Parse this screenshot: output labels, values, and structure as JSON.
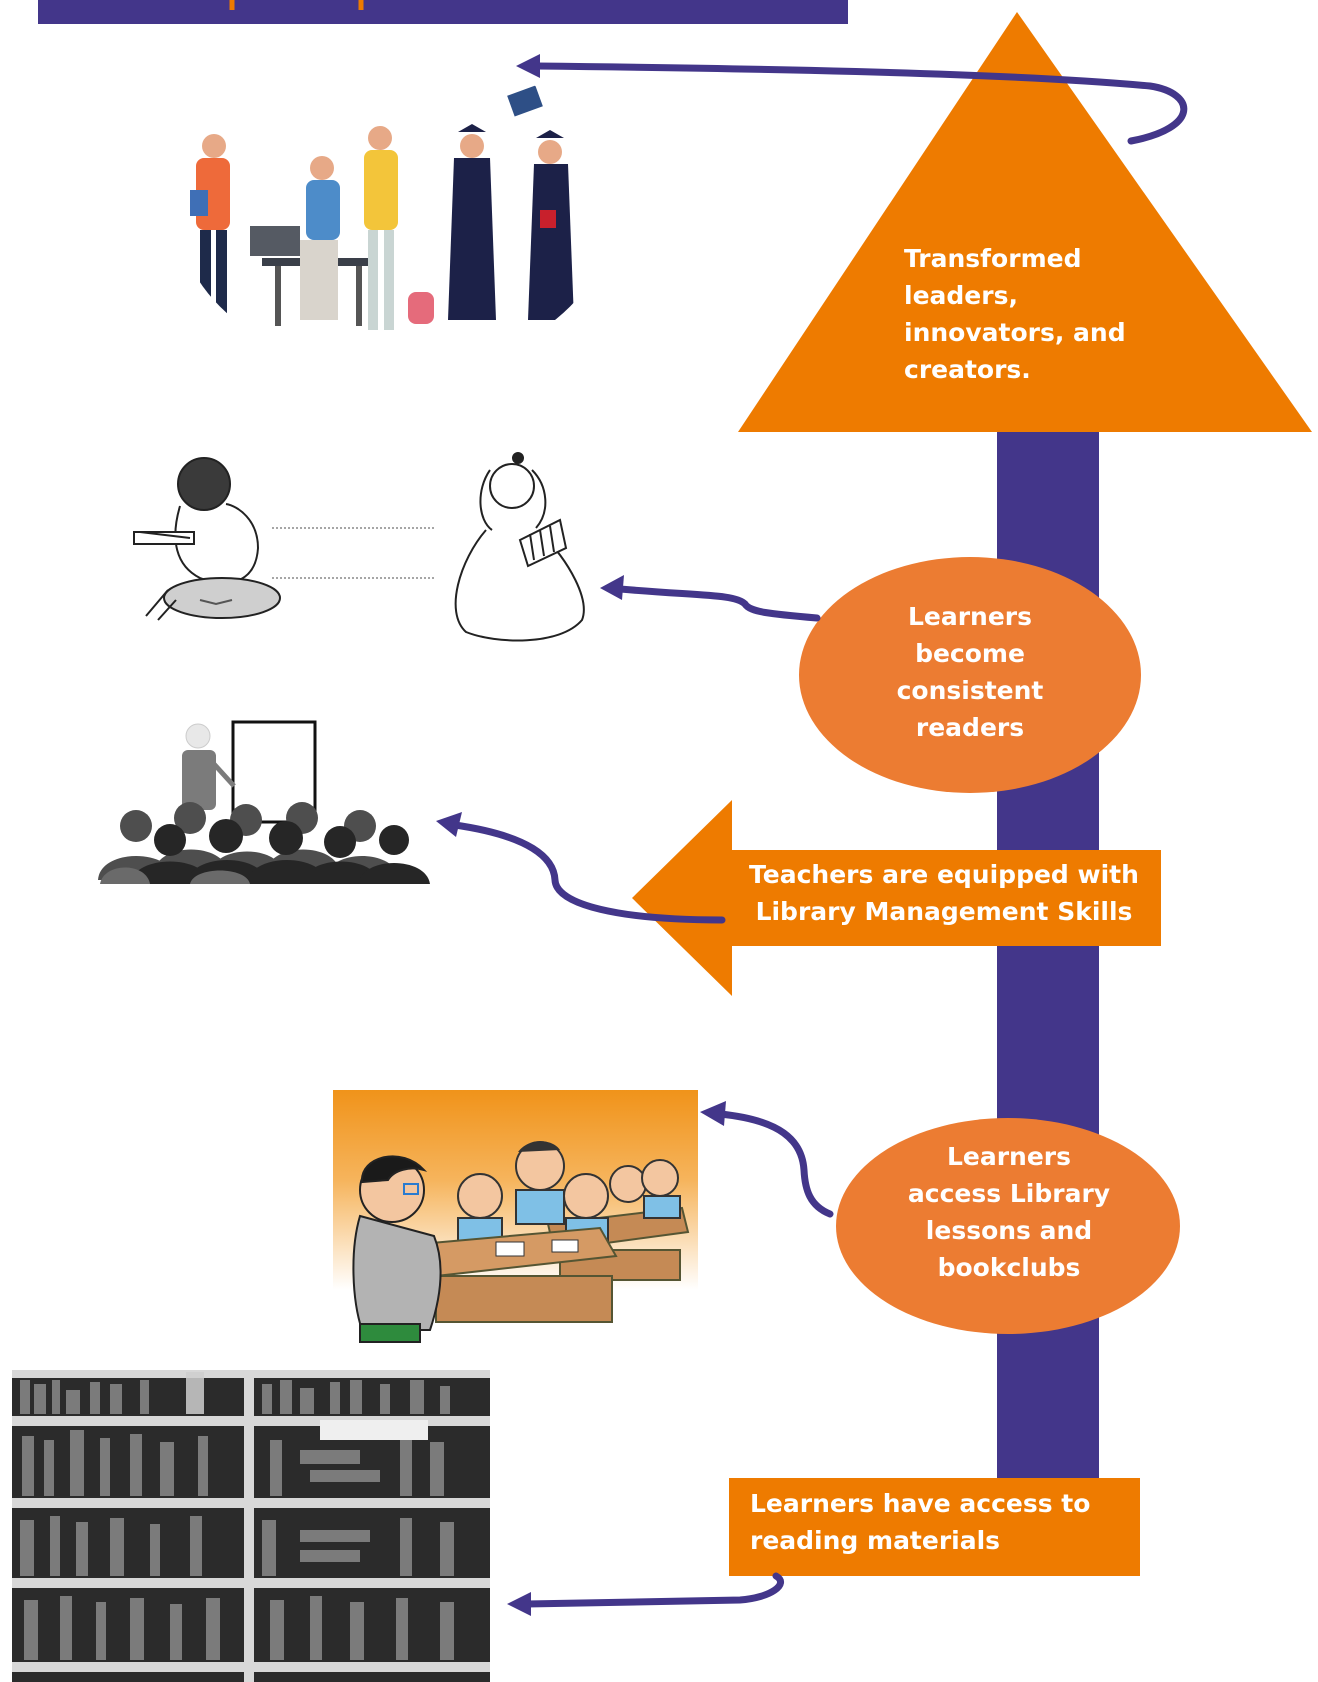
{
  "colors": {
    "shaft": "#43368a",
    "orange": "#ee7b00",
    "ellipse": "#ec7c32",
    "arrow": "#43368a",
    "text": "#ffffff"
  },
  "stages": {
    "goal": "Transformed leaders, innovators, and creators.",
    "readers": "Learners become consistent readers",
    "teachers": "Teachers are equipped with Library Management Skills",
    "lessons": "Learners access Library lessons and bookclubs",
    "materials": "Learners have access to reading materials"
  },
  "illustrations": [
    {
      "name": "graduates-students-illustration"
    },
    {
      "name": "children-reading-illustration"
    },
    {
      "name": "teacher-presentation-illustration"
    },
    {
      "name": "classroom-cartoon-illustration"
    },
    {
      "name": "bookshelf-photo"
    }
  ]
}
